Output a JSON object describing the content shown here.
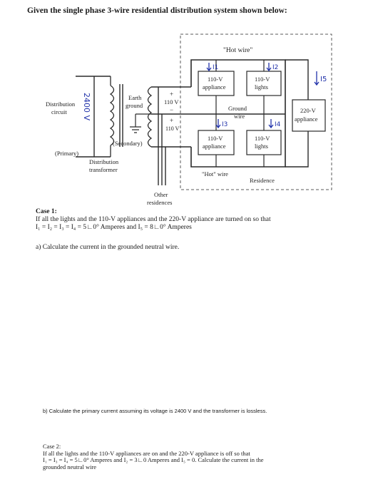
{
  "problem": {
    "title": "Given the single phase 3-wire residential distribution system shown below:"
  },
  "diagram": {
    "hot_wire_top": "\"Hot wire\"",
    "hot_wire_bottom": "\"Hot\" wire",
    "appliance_110_top": [
      "110-V",
      "appliance"
    ],
    "lights_110_top": [
      "110-V",
      "lights"
    ],
    "appliance_110_bottom": [
      "110-V",
      "appliance"
    ],
    "lights_110_bottom": [
      "110-V",
      "lights"
    ],
    "appliance_220": [
      "220-V",
      "appliance"
    ],
    "ground_wire": [
      "Ground",
      "wire"
    ],
    "residence": "Residence",
    "other_residences": [
      "Other",
      "residences"
    ],
    "distribution_circuit": [
      "Distribution",
      "circuit"
    ],
    "primary": "(Primary)",
    "secondary": "(Secondary)",
    "distribution_transformer": [
      "Distribution",
      "transformer"
    ],
    "earth_ground": [
      "Earth",
      "ground"
    ],
    "voltage_top": "110 V",
    "voltage_bottom": "110 V",
    "primary_voltage": "2400 V",
    "plus": "+",
    "minus": "−",
    "current_labels": [
      "I1",
      "I2",
      "I3",
      "I4",
      "I5"
    ]
  },
  "case1": {
    "heading": "Case 1:",
    "line1": "If all the lights and the 110-V appliances and the 220-V appliance are turned on so that",
    "line2": "I₁ = I₂ = I₃ = I₄ = 5∟0° Amperes  and I₅ = 8∟0° Amperes"
  },
  "question_a": "a) Calculate the current in the grounded neutral wire.",
  "question_b": "b) Calculate the primary current assuming its voltage is 2400 V and the transformer is lossless.",
  "case2": {
    "heading": "Case 2:",
    "line1": "If all the lights and the 110-V appliances are on and the 220-V appliance is off so that",
    "line2": "I₁ = I₃ = I₄ = 5∟0° Amperes and I₂ = 3∟0 Amperes and I₅ = 0. Calculate the current in the",
    "line3": "grounded neutral wire"
  },
  "colors": {
    "line": "#2a2a2a",
    "dashed_box": "#5a5a5a",
    "handwriting": "#2233aa"
  }
}
